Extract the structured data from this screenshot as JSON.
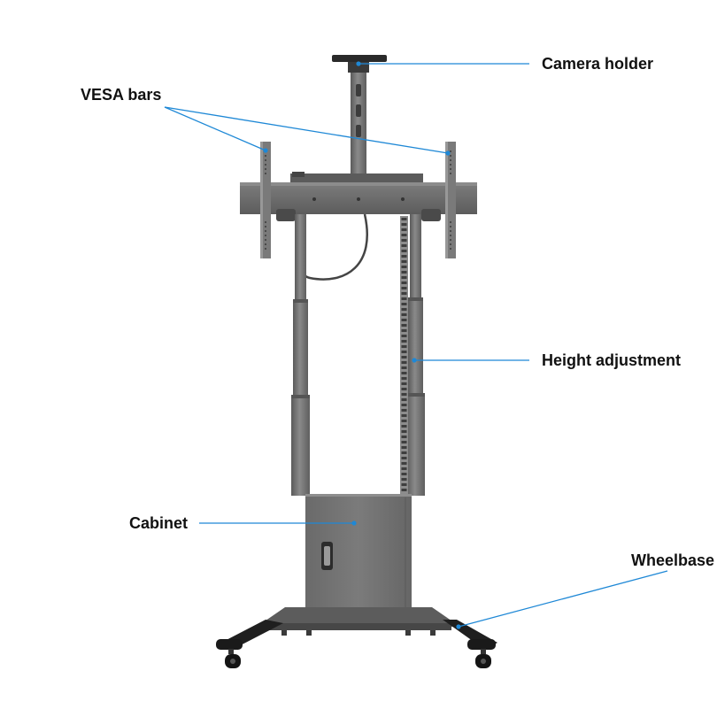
{
  "labels": {
    "camera_holder": "Camera holder",
    "vesa_bars": "VESA bars",
    "height_adjustment": "Height adjustment",
    "cabinet": "Cabinet",
    "wheelbase": "Wheelbase"
  },
  "colors": {
    "leader_line": "#1e88d6",
    "stand_metal": "#6e6e6e",
    "stand_dark": "#4a4a4a",
    "wheel": "#1a1a1a",
    "label_text": "#111111"
  }
}
